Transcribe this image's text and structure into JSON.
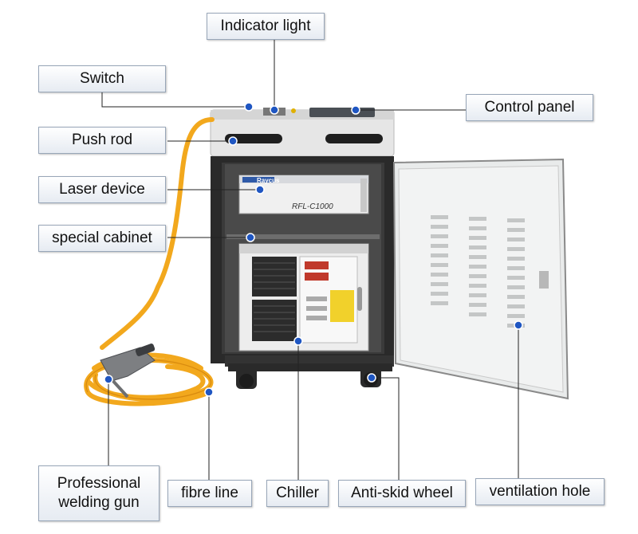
{
  "labels": {
    "indicator_light": "Indicator light",
    "switch": "Switch",
    "control_panel": "Control panel",
    "push_rod": "Push rod",
    "laser_device": "Laser device",
    "special_cabinet": "special cabinet",
    "welding_gun_line1": "Professional",
    "welding_gun_line2": "welding gun",
    "fibre_line": "fibre line",
    "chiller": "Chiller",
    "anti_skid_wheel": "Anti-skid wheel",
    "ventilation_hole": "ventilation hole"
  },
  "product": {
    "laser_brand": "Raycus",
    "laser_model": "RFL-C1000"
  },
  "colors": {
    "cabinet_top": "#e4e4e4",
    "cabinet_body": "#2b2b2b",
    "door": "#eceeee",
    "fibre": "#f2a81d",
    "leader_dot": "#1f56c2",
    "label_border": "#98a6b8"
  }
}
